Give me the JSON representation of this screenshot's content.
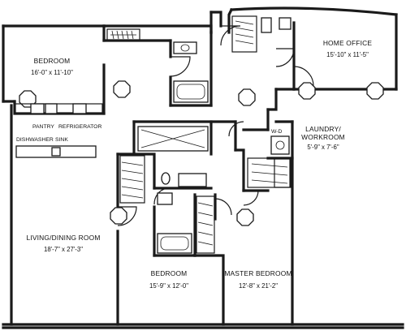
{
  "rooms": {
    "bedroom_nw": {
      "name": "BEDROOM",
      "dims": "16'-0\" x 11'-10\""
    },
    "home_office": {
      "name": "HOME OFFICE",
      "dims": "15'-10\" x 11'-5\""
    },
    "laundry": {
      "name_line1": "LAUNDRY/",
      "name_line2": "WORKROOM",
      "dims": "5'-9\" x 7'-6\""
    },
    "living_dining": {
      "name": "LIVING/DINING ROOM",
      "dims": "18'-7\" x 27'-3\""
    },
    "bedroom_s": {
      "name": "BEDROOM",
      "dims": "15'-9\" x 12'-0\""
    },
    "master_bedroom": {
      "name": "MASTER BEDROOM",
      "dims": "12'-8\" x 21'-2\""
    }
  },
  "fixtures": {
    "pantry": "PANTRY",
    "refrigerator": "REFRIGERATOR",
    "dishwasher": "DISHWASHER",
    "sink": "SINK",
    "washer_dryer": "W-D"
  }
}
